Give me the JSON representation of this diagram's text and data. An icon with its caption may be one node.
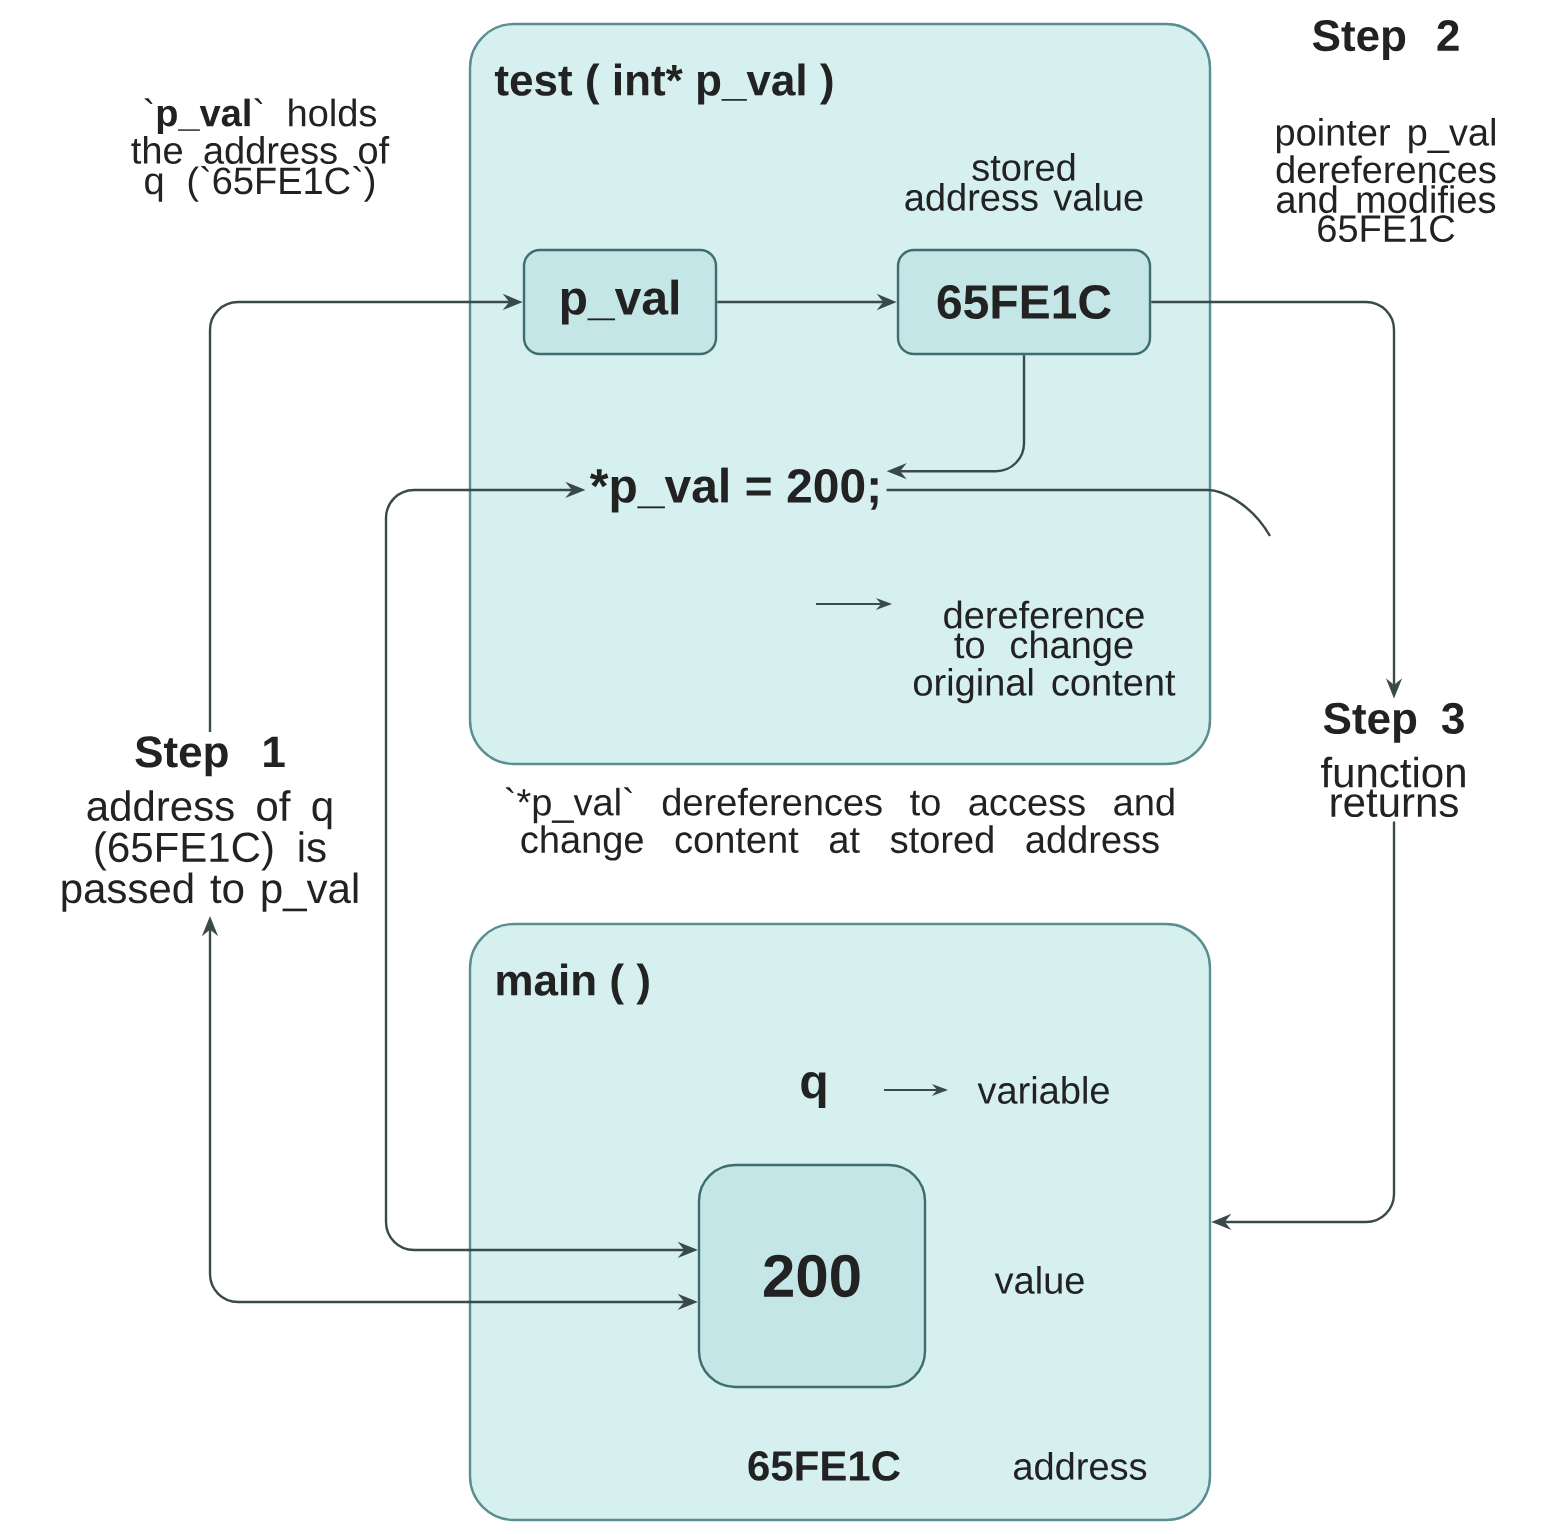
{
  "diagram": {
    "nodes": [
      {
        "text": [
          "test ( int* p_val )"
        ]
      },
      {
        "text": [
          "p_val"
        ],
        "in": 0
      },
      {
        "text": [
          "65FE1C"
        ],
        "in": 0,
        "beside": [
          "stored address value"
        ]
      },
      {
        "text": [
          "*p_val = 200;"
        ],
        "in": 0
      },
      {
        "text": [
          "main ( )"
        ]
      },
      {
        "text": [
          "200"
        ],
        "in": 4
      },
      {
        "text": [
          "Step 1",
          "address of q (65FE1C) is passed to p_val"
        ]
      },
      {
        "text": [
          "Step 3",
          "function returns"
        ]
      }
    ],
    "edges": [
      {
        "from": 6,
        "to": 1,
        "arrow": "to"
      },
      {
        "from": 1,
        "to": 2,
        "arrow": "to"
      },
      {
        "from": 2,
        "to": 3,
        "arrow": "to"
      },
      {
        "from": 2,
        "to": 7,
        "arrow": "to"
      },
      {
        "from": 7,
        "to": 4,
        "arrow": "to"
      },
      {
        "from": 6,
        "to": 5,
        "arrow": "both"
      },
      {
        "from": 3,
        "to": 5,
        "arrow": "both"
      },
      {
        "from": 3,
        "to": null,
        "arrow": "none"
      }
    ],
    "labels": [
      "`**p_val**` holds the address of q (`65FE1C`)",
      "Step 2",
      "pointer p_val dereferences and modifies 65FE1C",
      "dereference to change original content",
      "`*p_val` dereferences to access and change content at stored address",
      "q",
      "variable",
      "value",
      "65FE1C",
      "address"
    ]
  }
}
